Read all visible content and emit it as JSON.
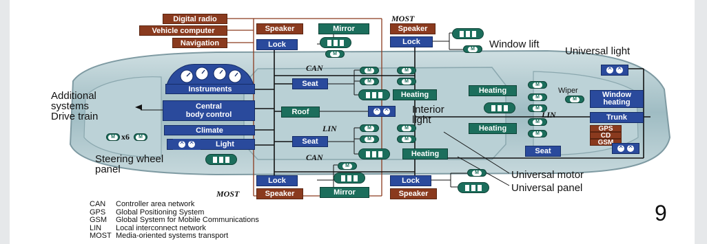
{
  "top_labels": {
    "digital_radio": "Digital radio",
    "vehicle_computer": "Vehicle computer",
    "navigation": "Navigation"
  },
  "nodes": {
    "speaker": "Speaker",
    "mirror": "Mirror",
    "lock": "Lock",
    "seat": "Seat",
    "roof": "Roof",
    "heating": "Heating",
    "instruments": "Instruments",
    "central_body_control": "Central\nbody control",
    "climate": "Climate",
    "light": "Light",
    "trunk": "Trunk",
    "window_heating": "Window\nheating",
    "gps": "GPS",
    "cd": "CD",
    "gsm": "GSM",
    "wiper": "Wiper",
    "motor_symbol": "M",
    "x6": "x6"
  },
  "bus_labels": {
    "most": "MOST",
    "can": "CAN",
    "lin": "LIN"
  },
  "annotations": {
    "window_lift": "Window lift",
    "universal_light": "Universal light",
    "additional_systems": "Additional\nsystems",
    "drive_train": "Drive train",
    "interior_light": "Interior\nlight",
    "steering_wheel_panel": "Steering wheel\npanel",
    "universal_motor": "Universal motor",
    "universal_panel": "Universal panel"
  },
  "legend": [
    {
      "abbr": "CAN",
      "desc": "Controller area network"
    },
    {
      "abbr": "GPS",
      "desc": "Global Positioning System"
    },
    {
      "abbr": "GSM",
      "desc": "Global System for Mobile Communications"
    },
    {
      "abbr": "LIN",
      "desc": "Local interconnect network"
    },
    {
      "abbr": "MOST",
      "desc": "Media-oriented systems transport"
    }
  ],
  "page_number": "9",
  "colors": {
    "brown": "#8a3a1e",
    "blue": "#2a4a9c",
    "green": "#1c6e5c",
    "car": "#a9c3c9"
  }
}
